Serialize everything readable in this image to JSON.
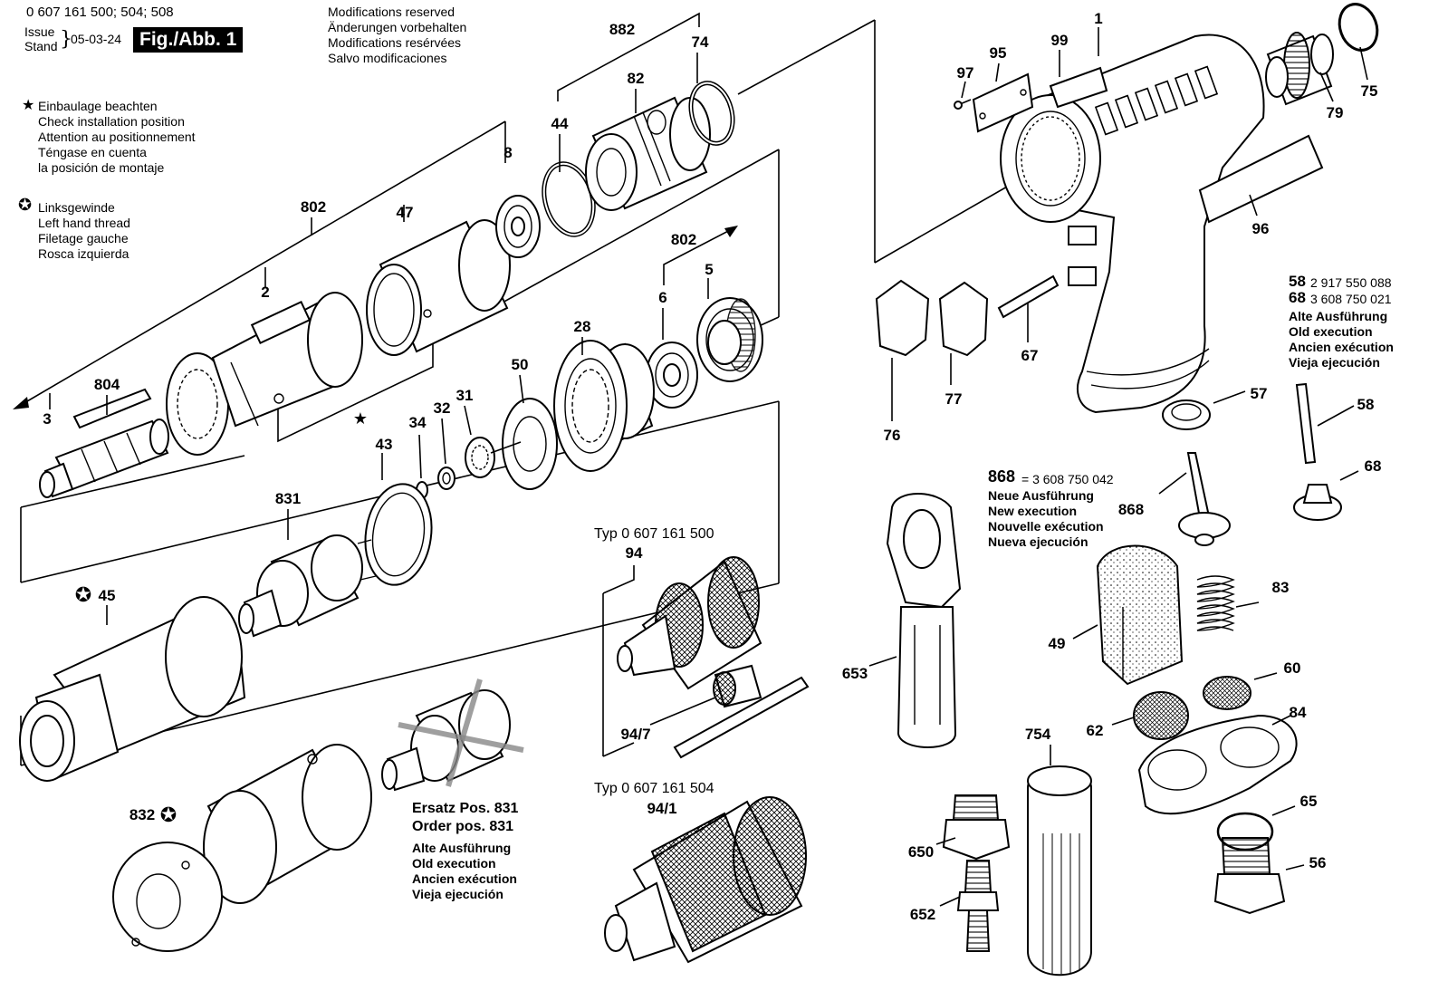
{
  "header": {
    "doc_number": "0 607 161 500; 504; 508",
    "issue_label": "Issue",
    "stand_label": "Stand",
    "date": "05-03-24",
    "fig_label": "Fig./Abb. 1"
  },
  "modifications": [
    "Modifications reserved",
    "Änderungen vorbehalten",
    "Modifications resérvées",
    "Salvo modificaciones"
  ],
  "notes": {
    "install": {
      "symbol": "★",
      "lines": [
        "Einbaulage beachten",
        "Check installation position",
        "Attention au positionnement",
        "Téngase en cuenta",
        "la posición de montaje"
      ]
    },
    "left_thread": {
      "symbol": "✪",
      "lines": [
        "Linksgewinde",
        "Left hand thread",
        "Filetage gauche",
        "Rosca izquierda"
      ]
    }
  },
  "parts_block_58_68": [
    {
      "pos": "58",
      "part_no": "2 917 550 088"
    },
    {
      "pos": "68",
      "part_no": "3 608 750 021"
    }
  ],
  "old_execution_lines": [
    "Alte Ausführung",
    "Old execution",
    "Ancien exécution",
    "Vieja ejecución"
  ],
  "block_868": {
    "pos": "868",
    "part_no": "= 3 608 750 042",
    "lines": [
      "Neue Ausführung",
      "New execution",
      "Nouvelle exécution",
      "Nueva ejecución"
    ]
  },
  "replacement_note": {
    "lines": [
      "Ersatz Pos. 831",
      "Order pos. 831"
    ],
    "sub_lines": [
      "Alte Ausführung",
      "Old execution",
      "Ancien exécution",
      "Vieja ejecución"
    ]
  },
  "type_labels": {
    "chuck_500": "Typ 0 607 161 500",
    "chuck_504": "Typ 0 607 161 504"
  },
  "callouts": {
    "c1": "1",
    "c2": "2",
    "c3": "3",
    "c5": "5",
    "c6": "6",
    "c8": "8",
    "c28": "28",
    "c31": "31",
    "c32": "32",
    "c34": "34",
    "c43": "43",
    "c44": "44",
    "c45": "45",
    "c47": "47",
    "c49": "49",
    "c50": "50",
    "c56": "56",
    "c57": "57",
    "c58": "58",
    "c60": "60",
    "c62": "62",
    "c65": "65",
    "c67": "67",
    "c68": "68",
    "c74": "74",
    "c75": "75",
    "c76": "76",
    "c77": "77",
    "c79": "79",
    "c82": "82",
    "c83": "83",
    "c84": "84",
    "c94": "94",
    "c94_1": "94/1",
    "c94_7": "94/7",
    "c95": "95",
    "c96": "96",
    "c97": "97",
    "c99": "99",
    "c650": "650",
    "c652": "652",
    "c653": "653",
    "c754": "754",
    "c802a": "802",
    "c802b": "802",
    "c804": "804",
    "c831": "831",
    "c832": "832",
    "c868": "868",
    "c882": "882"
  },
  "symbols": {
    "star": "★",
    "lh_thread": "✪"
  }
}
